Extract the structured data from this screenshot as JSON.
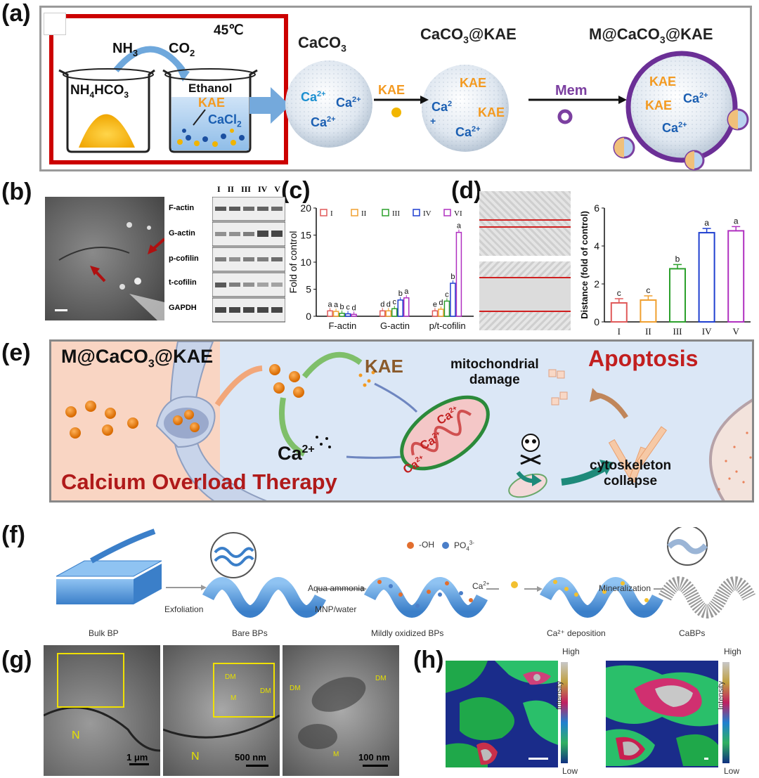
{
  "labels": {
    "a": "(a)",
    "b": "(b)",
    "c": "(c)",
    "d": "(d)",
    "e": "(e)",
    "f": "(f)",
    "g": "(g)",
    "h": "(h)"
  },
  "panel_a": {
    "temp": "45℃",
    "nh3": "NH",
    "nh3_sub": "3",
    "co2": "CO",
    "co2_sub": "2",
    "beaker1": "NH",
    "beaker1_sub": "4",
    "beaker1_rest": "HCO",
    "beaker1_sub2": "3",
    "ethanol": "Ethanol",
    "kae": "KAE",
    "cacl": "CaCl",
    "cacl_sub": "2",
    "caco3": "CaCO",
    "caco3_sub": "3",
    "caco3kae": "CaCO",
    "caco3kae_sub": "3",
    "caco3kae_rest": "@KAE",
    "mcaco3kae": "M@CaCO",
    "mcaco3kae_sub": "3",
    "mcaco3kae_rest": "@KAE",
    "arrow_kae": "KAE",
    "arrow_mem": "Mem",
    "ca2": "Ca",
    "sup": "2+",
    "ca_nosup": "Ca",
    "sup2": "2",
    "plus": "+"
  },
  "panel_b": {
    "lanes": [
      "I",
      "II",
      "III",
      "IV",
      "V"
    ],
    "rows": [
      "F-actin",
      "G-actin",
      "p-cofilin",
      "t-cofilin",
      "GAPDH"
    ]
  },
  "panel_c_chart": {
    "type": "bar",
    "title": "",
    "ylabel": "Fold of control",
    "ylim": [
      0,
      20
    ],
    "yticks": [
      0,
      5,
      10,
      15,
      20
    ],
    "categories": [
      "F-actin",
      "G-actin",
      "p/t-cofilin"
    ],
    "legend": [
      "I",
      "II",
      "III",
      "IV",
      "VI"
    ],
    "legend_placement": "top",
    "series_colors": [
      "#e05a5a",
      "#f0a030",
      "#2ca02c",
      "#1f3fd0",
      "#b030c0"
    ],
    "series": [
      {
        "name": "I",
        "values": [
          1.0,
          1.0,
          1.0
        ],
        "letters": [
          "a",
          "d",
          "e"
        ]
      },
      {
        "name": "II",
        "values": [
          0.9,
          1.0,
          1.3
        ],
        "letters": [
          "a",
          "d",
          "d"
        ]
      },
      {
        "name": "III",
        "values": [
          0.55,
          1.4,
          2.8
        ],
        "letters": [
          "b",
          "c",
          "c"
        ]
      },
      {
        "name": "IV",
        "values": [
          0.45,
          3.0,
          6.1
        ],
        "letters": [
          "c",
          "b",
          "b"
        ]
      },
      {
        "name": "VI",
        "values": [
          0.35,
          3.4,
          15.5
        ],
        "letters": [
          "d",
          "a",
          "a"
        ]
      }
    ]
  },
  "panel_d_chart": {
    "type": "bar",
    "title": "",
    "ylabel": "Distance (fold of control)",
    "ylim": [
      0,
      6
    ],
    "yticks": [
      0,
      2,
      4,
      6
    ],
    "categories": [
      "I",
      "II",
      "III",
      "IV",
      "V"
    ],
    "values": [
      1.0,
      1.15,
      2.8,
      4.7,
      4.8
    ],
    "letters": [
      "c",
      "c",
      "b",
      "a",
      "a"
    ],
    "bar_colors": [
      "#e05a5a",
      "#f0a030",
      "#2ca02c",
      "#1f3fd0",
      "#b030c0"
    ]
  },
  "panel_e": {
    "title_m": "M@CaCO",
    "title_sub": "3",
    "title_rest": "@KAE",
    "kae": "KAE",
    "mito1": "mitochondrial",
    "mito2": "damage",
    "apoptosis": "Apoptosis",
    "ca": "Ca",
    "ca_sup": "2+",
    "cyto1": "cytoskeleton",
    "cyto2": "collapse",
    "therapy": "Calcium Overload Therapy",
    "mito_ca": "Ca",
    "mito_sup": "2+"
  },
  "panel_f": {
    "legend_oh": "-OH",
    "legend_po4": "PO",
    "legend_po4_sub": "4",
    "legend_po4_sup": "3-",
    "legend_ca": "Ca",
    "legend_ca_sup": "2+",
    "exfoliation": "Exfoliation",
    "aqua1": "Aqua ammonia",
    "aqua2": "MNP/water",
    "mineralization": "Mineralization",
    "bulk": "Bulk BP",
    "bare": "Bare BPs",
    "mild": "Mildly oxidized BPs",
    "depo": "Ca²⁺ deposition",
    "cabp": "CaBPs"
  },
  "panel_g": {
    "scale1": "1 μm",
    "scale2": "500 nm",
    "scale3": "100 nm",
    "n_label": "N",
    "m_label": "M",
    "dm_label": "DM"
  },
  "panel_h": {
    "high": "High",
    "low": "Low",
    "intensity": "Intensity"
  },
  "colors": {
    "orange": "#f39a21",
    "blue": "#1b5fb2",
    "purple": "#7b3fa0",
    "red": "#c21f1f",
    "brown": "#8a5a2b"
  }
}
